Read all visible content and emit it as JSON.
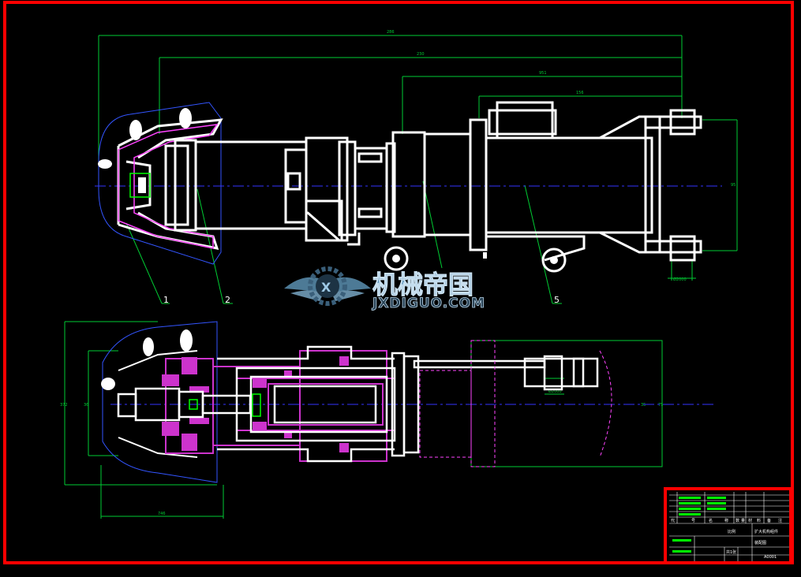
{
  "drawing": {
    "colors": {
      "background": "#000000",
      "border": "#ff0000",
      "outline": "#ffffff",
      "dimension": "#00ff00",
      "centerline": "#3333ff",
      "hidden": "#ff00ff",
      "section": "#cc33cc"
    },
    "top_dimensions": [
      "286",
      "230",
      "951",
      "156"
    ],
    "side_dimensions": {
      "upper_right": "95",
      "upper_small": "Ø2000",
      "lower_left_outer": "372",
      "lower_left_inner": "36",
      "lower_bottom": "746",
      "lower_right_inner": "35",
      "lower_right_outer": "75",
      "lower_small": "Ø2000"
    },
    "part_labels": [
      "1",
      "2",
      "5"
    ]
  },
  "watermark": {
    "icon": "gear-wings-logo",
    "text_cn": "机械帝国",
    "text_en": "JXDIGUO.COM"
  },
  "title_block": {
    "rows": [
      "",
      "",
      "",
      "",
      ""
    ],
    "header_cells": [
      "代",
      "号",
      "名",
      "称",
      "数",
      "量",
      "材",
      "料",
      "备",
      "注"
    ],
    "title": "扩大机构组件",
    "scale_label": "比例",
    "drawing_no": "装配图",
    "sheet": "共1张",
    "code": "A0001"
  }
}
